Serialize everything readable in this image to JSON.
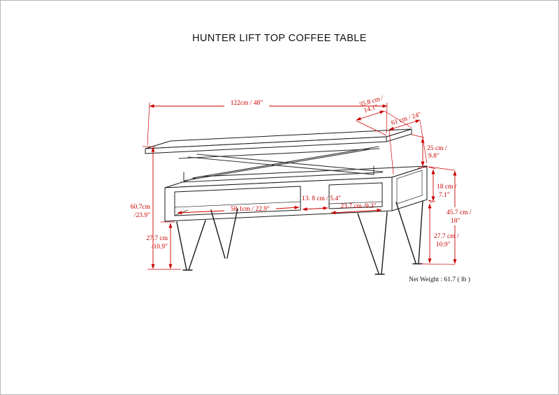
{
  "page": {
    "title": "HUNTER LIFT TOP COFFEE TABLE",
    "net_weight": "Net Weight : 61.7 ( lb )"
  },
  "colors": {
    "dimension_red": "#cc0000",
    "line_black": "#1a1a1a"
  },
  "dims": {
    "top_width": "122cm / 48\"",
    "top_depth_l1": "35.8 cm /",
    "top_depth_l2": "14.1\"",
    "base_depth": "61 cm / 24\"",
    "lift_height_l1": "25 cm /",
    "lift_height_l2": "9.8\"",
    "box_height_l1": "18 cm /",
    "box_height_l2": "7.1\"",
    "base_total_height_l1": "45.7 cm /",
    "base_total_height_l2": "18\"",
    "leg_right_l1": "27.7 cm /",
    "leg_right_l2": "10.9\"",
    "total_height_l1": "60.7cm",
    "total_height_l2": "/23.9\"",
    "leg_left_l1": "27.7 cm",
    "leg_left_l2": "/10.9\"",
    "shelf_left": "58.1cm / 22.9\"",
    "divider": "13. 8 cm / 5.4\"",
    "shelf_right": "23.7 cm /9.3\""
  }
}
